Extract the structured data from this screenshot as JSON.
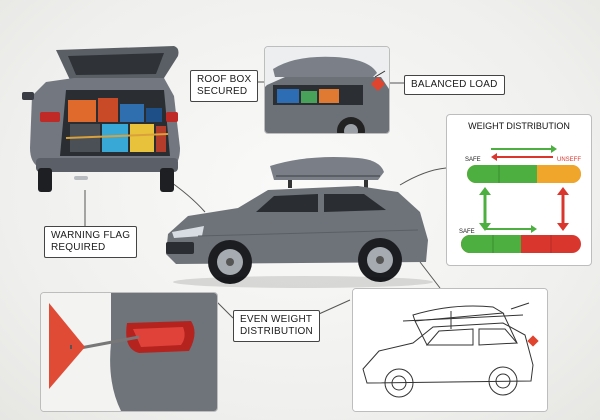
{
  "labels": {
    "roof_box": [
      "ROOF BOX",
      "SECURED"
    ],
    "balanced": "BALANCED LOAD",
    "warning": [
      "WARNING FLAG",
      "REQUIRED"
    ],
    "even": [
      "EVEN WEIGHT",
      "DISTRIBUTION"
    ]
  },
  "weight_panel": {
    "title": "WEIGHT DISTRIBUTION",
    "top_left": "SAFE",
    "top_right": "UNSEFF",
    "bottom_left": "SAFE"
  },
  "colors": {
    "green": "#4caf3f",
    "amber": "#f0a52b",
    "red": "#d9372e",
    "car_body": "#6e737a",
    "flag": "#e04b36"
  }
}
